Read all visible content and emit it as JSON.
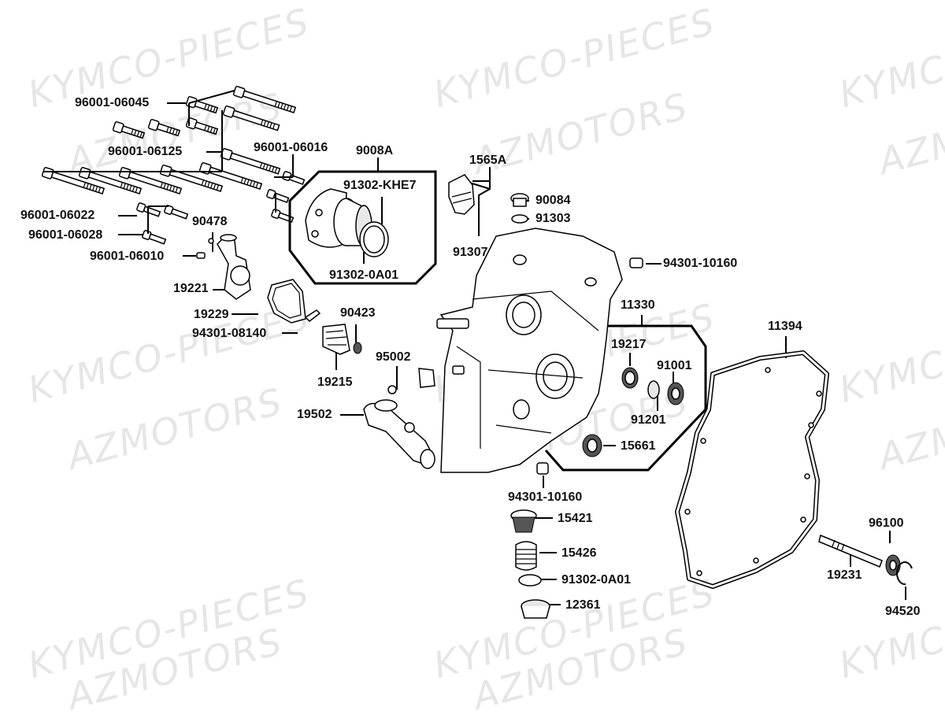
{
  "watermark": {
    "line1": "KYMCO-PIECES",
    "line2": "AZMOTORS"
  },
  "labels": [
    "96001-06045",
    "96001-06125",
    "96001-06016",
    "9008A",
    "91302-KHE7",
    "91302-0A01",
    "1565A",
    "90084",
    "91303",
    "91307",
    "94301-10160",
    "96001-06022",
    "96001-06028",
    "96001-06010",
    "90478",
    "19221",
    "19229",
    "94301-08140",
    "90423",
    "19215",
    "95002",
    "19502",
    "11330",
    "19217",
    "91001",
    "91201",
    "15661",
    "11394",
    "94301-10160",
    "15421",
    "15426",
    "91302-0A01",
    "12361",
    "96100",
    "19231",
    "94520"
  ]
}
